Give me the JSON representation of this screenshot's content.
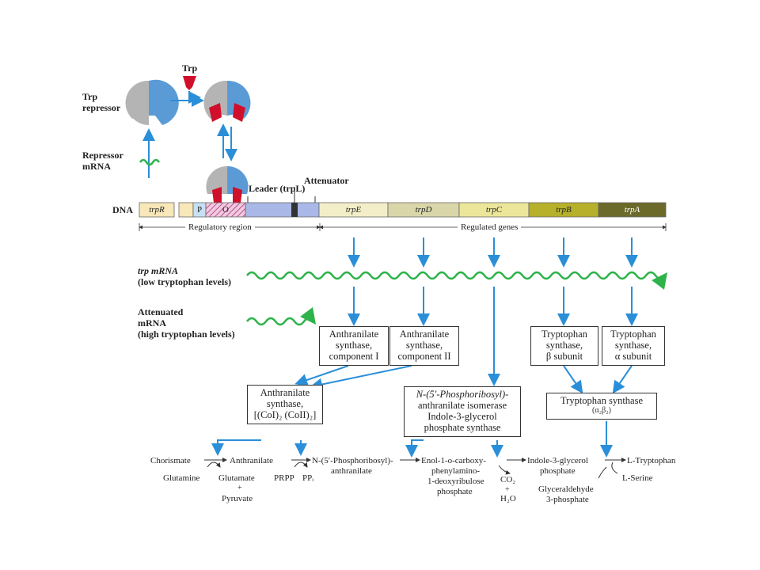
{
  "repressor": {
    "trp_label": "Trp",
    "repressor_label_1": "Trp",
    "repressor_label_2": "repressor",
    "repressor_mrna_1": "Repressor",
    "repressor_mrna_2": "mRNA"
  },
  "dna": {
    "label": "DNA",
    "leader": "Leader (trpL)",
    "attenuator": "Attenuator",
    "segments": {
      "trpR": "trpR",
      "P": "P",
      "O": "O",
      "trpE": "trpE",
      "trpD": "trpD",
      "trpC": "trpC",
      "trpB": "trpB",
      "trpA": "trpA"
    },
    "regulatory_region": "Regulatory region",
    "regulated_genes": "Regulated genes"
  },
  "mrna": {
    "trp_mrna_1": "trp mRNA",
    "trp_mrna_2": "(low tryptophan levels)",
    "att_1": "Attenuated",
    "att_2": "mRNA",
    "att_3": "(high tryptophan levels)"
  },
  "enzymes": {
    "ant_syn_1": [
      "Anthranilate",
      "synthase,",
      "component I"
    ],
    "ant_syn_2": [
      "Anthranilate",
      "synthase,",
      "component II"
    ],
    "trp_syn_beta": [
      "Tryptophan",
      "synthase,",
      "β subunit"
    ],
    "trp_syn_alpha": [
      "Tryptophan",
      "synthase,",
      "α subunit"
    ],
    "ant_syn_complex": [
      "Anthranilate",
      "synthase,",
      "[(CoI)₂ (CoII)₂]"
    ],
    "pr_isomerase": [
      "N-(5′-Phosphoribosyl)-",
      "anthranilate isomerase",
      "Indole-3-glycerol",
      "phosphate synthase"
    ],
    "trp_synthase": [
      "Tryptophan synthase",
      "(α₂β₂)"
    ]
  },
  "pathway": {
    "chorismate": "Chorismate",
    "anthranilate": "Anthranilate",
    "pr_anthranilate_1": "N-(5′-Phosphoribosyl)-",
    "pr_anthranilate_2": "anthranilate",
    "enol_1": "Enol-1-o-carboxy-",
    "enol_2": "phenylamino-",
    "enol_3": "1-deoxyribulose",
    "enol_4": "phosphate",
    "igp_1": "Indole-3-glycerol",
    "igp_2": "phosphate",
    "l_trp": "L-Tryptophan",
    "glutamine": "Glutamine",
    "glutamate": "Glutamate",
    "plus": "+",
    "pyruvate": "Pyruvate",
    "prpp": "PRPP",
    "ppi": "PPᵢ",
    "co2": "CO₂",
    "plus2": "+",
    "h2o": "H₂O",
    "g3p_1": "Glyceraldehyde",
    "g3p_2": "3-phosphate",
    "l_serine": "L-Serine"
  },
  "colors": {
    "arrow_blue": "#2a8fd8",
    "mrna_green": "#2db34a",
    "repressor_blue": "#5b9bd5",
    "repressor_gray": "#b4b4b4",
    "trp_red": "#d0102a",
    "trpE": "#f3eec8",
    "trpD": "#d9d6aa",
    "trpC": "#ece69a",
    "trpB": "#b6b02a",
    "trpA": "#6b6a2a",
    "leader": "#a9b8e6",
    "trpR": "#f8e7b8"
  }
}
